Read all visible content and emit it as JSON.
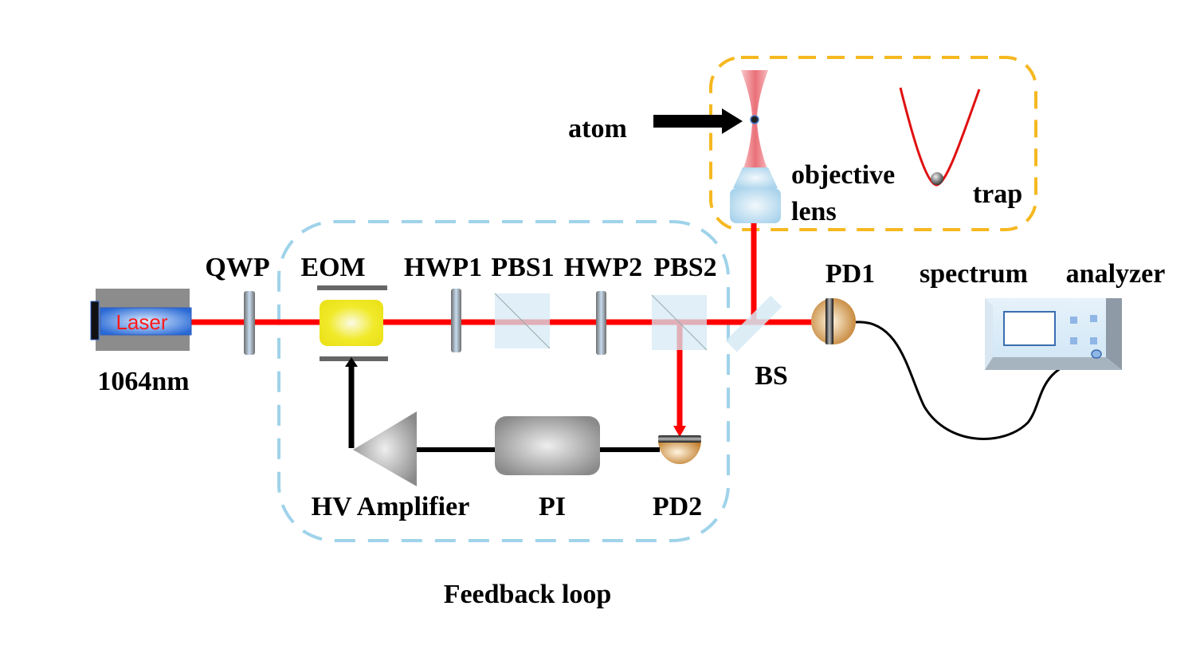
{
  "diagram": {
    "title": "Laser intensity feedback setup for atom trap",
    "colors": {
      "beam": "#ff0000",
      "feedback_box": "#9fd3ea",
      "trap_box": "#f5b820",
      "wire": "#000000",
      "eom": "#f0e81e",
      "photodiode": "#c8893a",
      "optic_glass": "#d6eaf5"
    },
    "labels": {
      "laser": "Laser",
      "wavelength": "1064nm",
      "qwp": "QWP",
      "eom": "EOM",
      "hwp1": "HWP1",
      "pbs1": "PBS1",
      "hwp2": "HWP2",
      "pbs2": "PBS2",
      "bs": "BS",
      "pd1": "PD1",
      "pd2": "PD2",
      "spectrum": "spectrum",
      "analyzer": "analyzer",
      "atom": "atom",
      "objective": "objective",
      "lens": "lens",
      "trap": "trap",
      "hv_amplifier": "HV Amplifier",
      "pi": "PI",
      "feedback_loop": "Feedback loop"
    },
    "nodes": [
      {
        "id": "laser",
        "label": "Laser 1064nm"
      },
      {
        "id": "qwp",
        "label": "QWP"
      },
      {
        "id": "eom",
        "label": "EOM"
      },
      {
        "id": "hwp1",
        "label": "HWP1"
      },
      {
        "id": "pbs1",
        "label": "PBS1"
      },
      {
        "id": "hwp2",
        "label": "HWP2"
      },
      {
        "id": "pbs2",
        "label": "PBS2"
      },
      {
        "id": "bs",
        "label": "BS"
      },
      {
        "id": "pd1",
        "label": "PD1"
      },
      {
        "id": "spectrum_analyzer",
        "label": "spectrum analyzer"
      },
      {
        "id": "objective_lens",
        "label": "objective lens"
      },
      {
        "id": "trap",
        "label": "trap"
      },
      {
        "id": "pd2",
        "label": "PD2"
      },
      {
        "id": "pi",
        "label": "PI"
      },
      {
        "id": "hv_amplifier",
        "label": "HV Amplifier"
      }
    ],
    "edges": [
      {
        "from": "laser",
        "to": "qwp",
        "type": "beam"
      },
      {
        "from": "qwp",
        "to": "eom",
        "type": "beam"
      },
      {
        "from": "eom",
        "to": "hwp1",
        "type": "beam"
      },
      {
        "from": "hwp1",
        "to": "pbs1",
        "type": "beam"
      },
      {
        "from": "pbs1",
        "to": "hwp2",
        "type": "beam"
      },
      {
        "from": "hwp2",
        "to": "pbs2",
        "type": "beam"
      },
      {
        "from": "pbs2",
        "to": "bs",
        "type": "beam"
      },
      {
        "from": "bs",
        "to": "pd1",
        "type": "beam"
      },
      {
        "from": "bs",
        "to": "objective_lens",
        "type": "beam"
      },
      {
        "from": "pbs2",
        "to": "pd2",
        "type": "beam"
      },
      {
        "from": "pd2",
        "to": "pi",
        "type": "wire"
      },
      {
        "from": "pi",
        "to": "hv_amplifier",
        "type": "wire"
      },
      {
        "from": "hv_amplifier",
        "to": "eom",
        "type": "wire"
      },
      {
        "from": "pd1",
        "to": "spectrum_analyzer",
        "type": "wire"
      },
      {
        "from": "atom",
        "to": "objective_lens",
        "type": "arrow"
      }
    ],
    "groups": [
      {
        "id": "feedback_loop",
        "label": "Feedback loop",
        "members": [
          "eom",
          "hwp1",
          "pbs1",
          "hwp2",
          "pbs2",
          "pd2",
          "pi",
          "hv_amplifier"
        ]
      },
      {
        "id": "trap_region",
        "members": [
          "objective_lens",
          "trap"
        ]
      }
    ]
  }
}
